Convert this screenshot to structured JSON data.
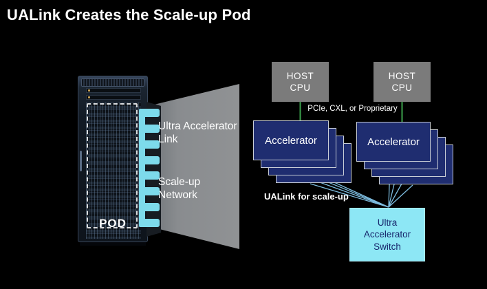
{
  "slide": {
    "title": "UALink Creates the Scale-up Pod",
    "colors": {
      "background": "#000000",
      "cyan_connector": "#7DDAEB",
      "switch_fill": "#8DE7F5",
      "accelerator_fill": "#1F2D70",
      "host_cpu_fill": "#7B7B7B",
      "ualink_line": "#84C7EB",
      "pcie_line": "#3CA24C",
      "funnel_fill": "#8A8D90"
    },
    "rack": {
      "pod_label": "POD"
    },
    "funnel": {
      "ualink_line1": "Ultra Accelerator",
      "ualink_line2": "Link",
      "network_line1": "Scale-up",
      "network_line2": "Network"
    },
    "topology": {
      "host_cpus": [
        {
          "line1": "HOST",
          "line2": "CPU"
        },
        {
          "line1": "HOST",
          "line2": "CPU"
        }
      ],
      "host_link_label": "PCIe, CXL, or Proprietary",
      "accelerator_stacks": [
        {
          "label": "Accelerator",
          "card_count": 4
        },
        {
          "label": "Accelerator",
          "card_count": 4
        }
      ],
      "scaleup_label": "UALink for scale-up",
      "switch": {
        "line1": "Ultra",
        "line2": "Accelerator",
        "line3": "Switch"
      }
    }
  }
}
